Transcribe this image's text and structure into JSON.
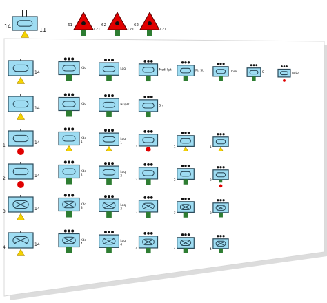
{
  "colors": {
    "sign_fill": "#9edcf2",
    "sign_stroke": "#2a4a5a",
    "post": "#2e7d32",
    "warning_triangle": "#f5d300",
    "red_marker": "#e00000",
    "dot": "#111111",
    "sheet_shadow": "#8a8a8a"
  },
  "header": {
    "sign": {
      "left_label": "14",
      "right_label": "11"
    },
    "warnings": [
      {
        "left_label": "61",
        "right_label": "121"
      },
      {
        "left_label": "62",
        "right_label": "121"
      },
      {
        "left_label": "62",
        "right_label": "121"
      }
    ]
  },
  "rows": [
    {
      "symbol": "pill",
      "base": {
        "label_right": "14",
        "label_left": "",
        "marker": "triangle"
      },
      "variants": [
        {
          "label": "Kdo"
        },
        {
          "label": "Loq"
        },
        {
          "label": "Modi kpt"
        },
        {
          "label": "Ptr St"
        },
        {
          "label": "Unre"
        },
        {
          "label": "S"
        },
        {
          "label": "Auto"
        }
      ]
    },
    {
      "symbol": "pill",
      "base": {
        "label_right": "14",
        "label_left": "",
        "marker": "triangle"
      },
      "variants": [
        {
          "label": "Kdo"
        },
        {
          "label": "Nsi/Bz"
        },
        {
          "label": "Sh"
        }
      ]
    },
    {
      "symbol": "pill",
      "base": {
        "label_right": "14",
        "label_left": "1",
        "marker": "circle"
      },
      "variants": [
        {
          "label": "Kdo\n1"
        },
        {
          "label": "Loq\n1"
        },
        {
          "label": "1"
        },
        {
          "label": "1"
        },
        {
          "label": "1"
        }
      ]
    },
    {
      "symbol": "pill",
      "base": {
        "label_right": "14",
        "label_left": "2",
        "marker": "circle"
      },
      "variants": [
        {
          "label": "Kdo\n2"
        },
        {
          "label": "Loq\n2"
        },
        {
          "label": "2"
        },
        {
          "label": "2"
        },
        {
          "label": "2"
        }
      ]
    },
    {
      "symbol": "cross",
      "base": {
        "label_right": "14",
        "label_left": "3",
        "marker": "triangle"
      },
      "variants": [
        {
          "label": "Kdo\n3"
        },
        {
          "label": "Loq\n3"
        },
        {
          "label": "3"
        },
        {
          "label": "3"
        },
        {
          "label": "3"
        }
      ]
    },
    {
      "symbol": "cross",
      "base": {
        "label_right": "14",
        "label_left": "4",
        "marker": "triangle"
      },
      "variants": [
        {
          "label": "Kdo\n4"
        },
        {
          "label": "Loq\n4"
        },
        {
          "label": "4"
        },
        {
          "label": "4"
        },
        {
          "label": "4"
        }
      ]
    }
  ]
}
